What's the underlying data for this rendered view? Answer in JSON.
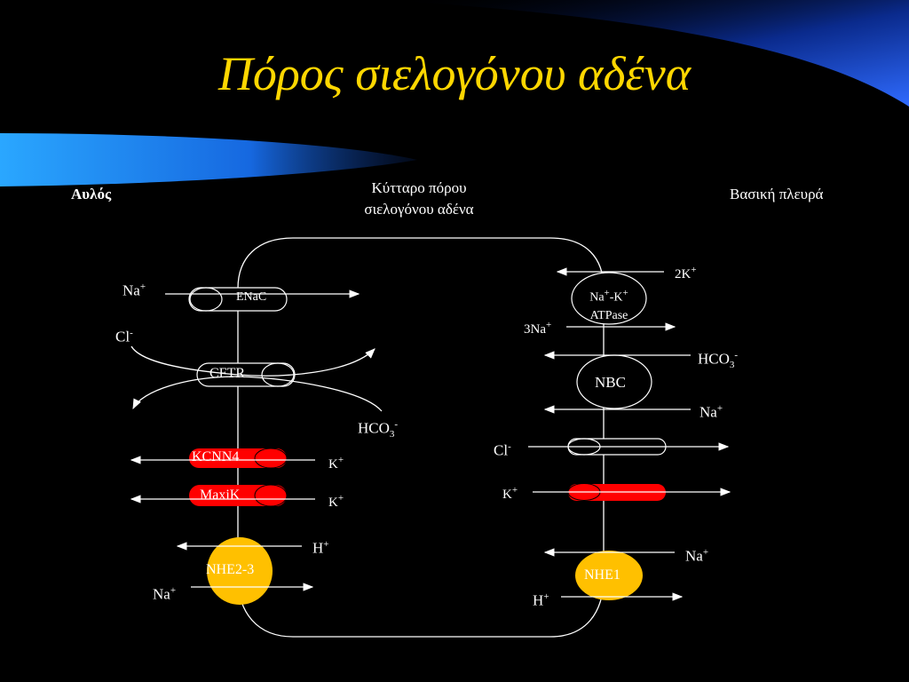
{
  "title": "Πόρος σιελογόνου αδένα",
  "headers": {
    "lumen": "Αυλός",
    "cell_line1": "Κύτταρο πόρου",
    "cell_line2": "σιελογόνου αδένα",
    "basolateral": "Βασική πλευρά"
  },
  "transporters": {
    "enac": "ENaC",
    "cftr": "CFTR",
    "kcnn4": "KCNN4",
    "maxik": "MaxiK",
    "nhe23": "NHE2-3",
    "nakatpase_line1_a": "Na",
    "nakatpase_line1_b": "-K",
    "nakatpase_line2": "ATPase",
    "nbc": "NBC",
    "nhe1": "NHE1"
  },
  "ions": {
    "na": "Na",
    "cl": "Cl",
    "k": "K",
    "h": "H",
    "hco3_base": "HCO",
    "hco3_sub": "3",
    "k2": "2K",
    "na3": "3Na",
    "plus": "+",
    "minus": "-"
  },
  "colors": {
    "title": "#ffd700",
    "red_channel": "#ff0000",
    "yellow_exchanger": "#ffc000",
    "accent_blue": "#1e90ff"
  }
}
